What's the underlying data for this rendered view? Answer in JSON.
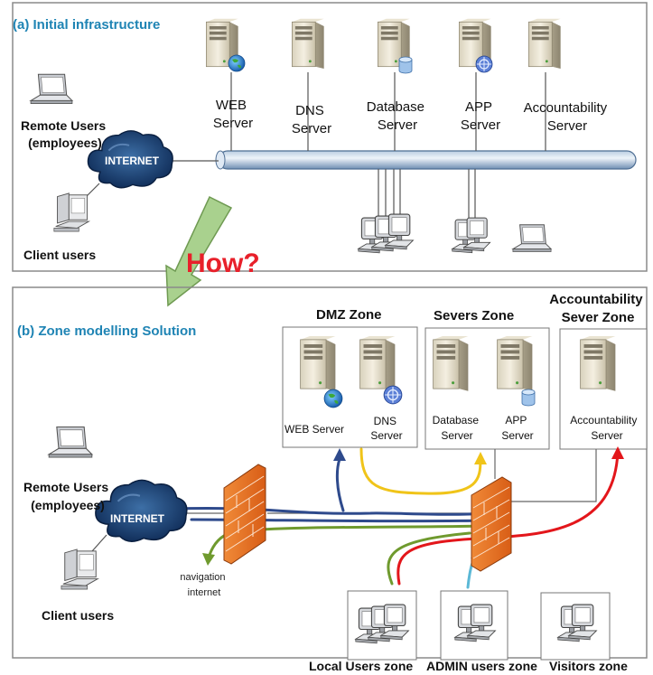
{
  "panel_a": {
    "title": "(a) Initial infrastructure",
    "servers": {
      "web": [
        "WEB",
        "Server"
      ],
      "dns": [
        "DNS",
        "Server"
      ],
      "database": [
        "Database",
        "Server"
      ],
      "app": [
        "APP",
        "Server"
      ],
      "accountability": [
        "Accountability",
        "Server"
      ]
    },
    "remote_users": [
      "Remote Users",
      "(employees)"
    ],
    "internet": "INTERNET",
    "client_users": "Client users"
  },
  "how_label": "How?",
  "panel_b": {
    "title": "(b) Zone modelling Solution",
    "zones": {
      "dmz": "DMZ Zone",
      "servers": "Severs Zone",
      "accountability": [
        "Accountability",
        "Sever Zone"
      ]
    },
    "servers": {
      "web": "WEB Server",
      "dns": [
        "DNS",
        "Server"
      ],
      "database": [
        "Database",
        "Server"
      ],
      "app": [
        "APP",
        "Server"
      ],
      "accountability": [
        "Accountability",
        "Server"
      ]
    },
    "remote_users": [
      "Remote Users",
      "(employees)"
    ],
    "internet": "INTERNET",
    "client_users": "Client users",
    "navigation": [
      "navigation",
      "internet"
    ],
    "user_zones": {
      "local": "Local Users zone",
      "admin": "ADMIN users zone",
      "visitors": "Visitors zone"
    }
  },
  "colors": {
    "title_blue": "#1f84b4",
    "how_red": "#e8202a",
    "arrow_green": "#a9d18e",
    "flow_blue": "#2e4a8c",
    "flow_yellow": "#f0c419",
    "flow_green": "#6f9a2e",
    "flow_red": "#e3161b",
    "flow_cyan": "#5bb8d6"
  }
}
